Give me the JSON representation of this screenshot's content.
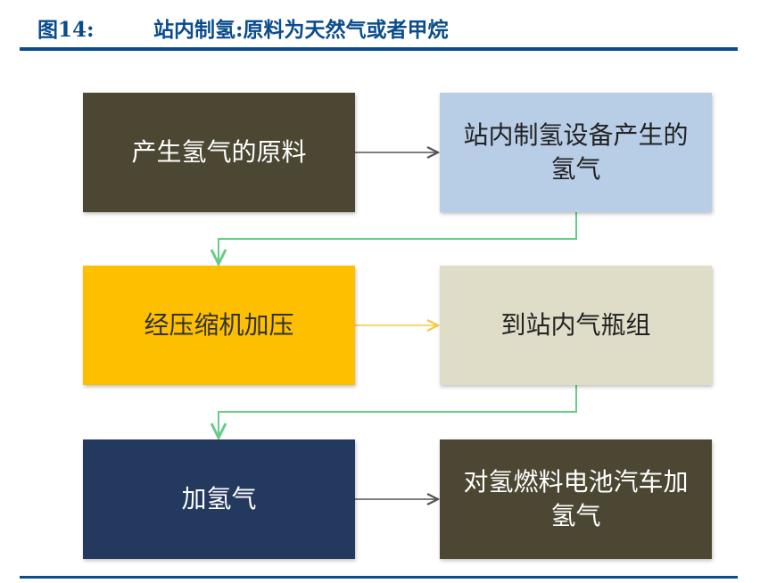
{
  "figure": {
    "number": "图14:",
    "title": "站内制氢:原料为天然气或者甲烷"
  },
  "nodes": [
    {
      "label": "产生氢气的原料",
      "bg": "#4b4732",
      "fg": "#ffffff"
    },
    {
      "label": "站内制氢设备产生的氢气",
      "bg": "#b8cde6",
      "fg": "#222222"
    },
    {
      "label": "经压缩机加压",
      "bg": "#fdbf00",
      "fg": "#333333"
    },
    {
      "label": "到站内气瓶组",
      "bg": "#dfdcc7",
      "fg": "#222222"
    },
    {
      "label": "加氢气",
      "bg": "#233a5e",
      "fg": "#ffffff"
    },
    {
      "label": "对氢燃料电池汽车加氢气",
      "bg": "#4b4732",
      "fg": "#ffffff"
    }
  ],
  "colors": {
    "title": "#0a4c8c",
    "connector": "#66cc88",
    "arrow_dark": "#555555",
    "arrow_yellow": "#f5c842"
  }
}
